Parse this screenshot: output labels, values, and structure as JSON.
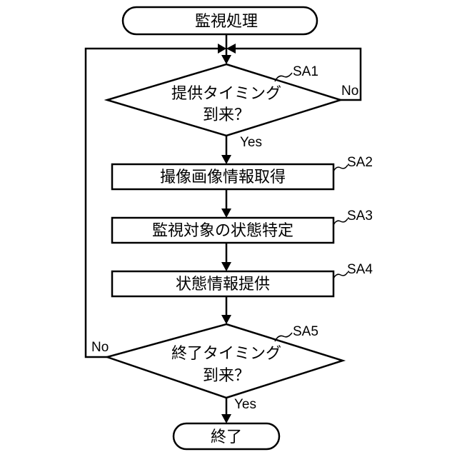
{
  "start": {
    "label": "監視処理"
  },
  "decision1": {
    "step": "SA1",
    "line1": "提供タイミング",
    "line2": "到来？",
    "yes": "Yes",
    "no": "No"
  },
  "process1": {
    "step": "SA2",
    "label": "撮像画像情報取得"
  },
  "process2": {
    "step": "SA3",
    "label": "監視対象の状態特定"
  },
  "process3": {
    "step": "SA4",
    "label": "状態情報提供"
  },
  "decision2": {
    "step": "SA5",
    "line1": "終了タイミング",
    "line2": "到来？",
    "yes": "Yes",
    "no": "No"
  },
  "end": {
    "label": "終了"
  }
}
